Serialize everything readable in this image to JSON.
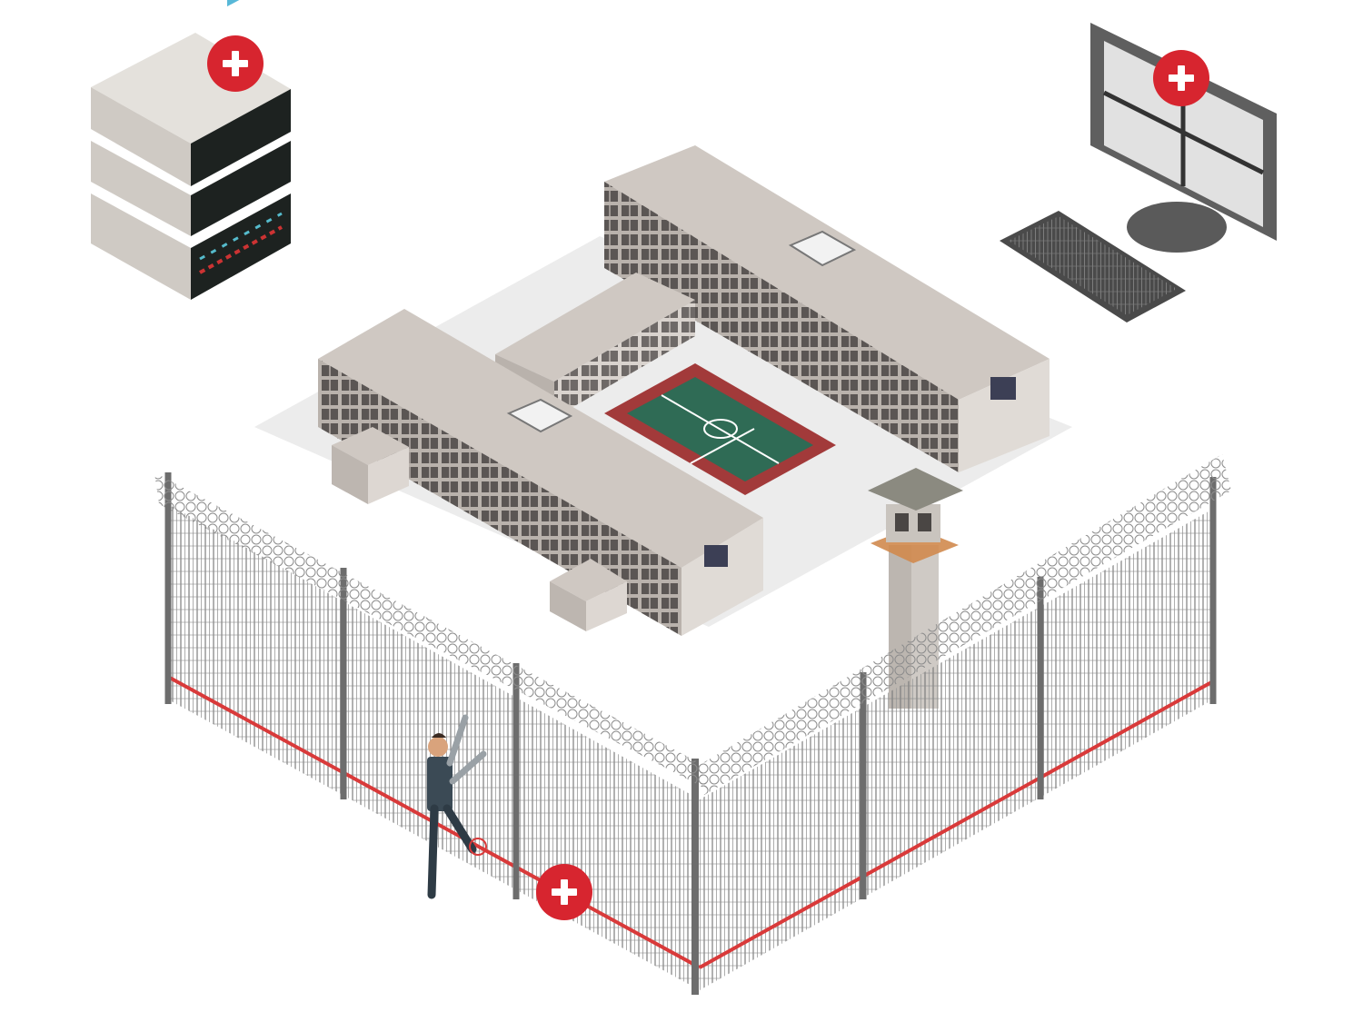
{
  "colors": {
    "hotspot": "#d7252f",
    "fence_sensor": "#d93a3a",
    "building_wall": "#c9c3bd",
    "building_roof": "#cfc8c2",
    "court_outer": "#a23a3a",
    "court_inner": "#2f6b55",
    "ground_shadow": "#e7e7e7"
  },
  "hotspots": [
    {
      "id": "server-rack",
      "icon": "plus-icon"
    },
    {
      "id": "monitor-workstation",
      "icon": "plus-icon"
    },
    {
      "id": "fence-sensor",
      "icon": "plus-icon"
    }
  ]
}
